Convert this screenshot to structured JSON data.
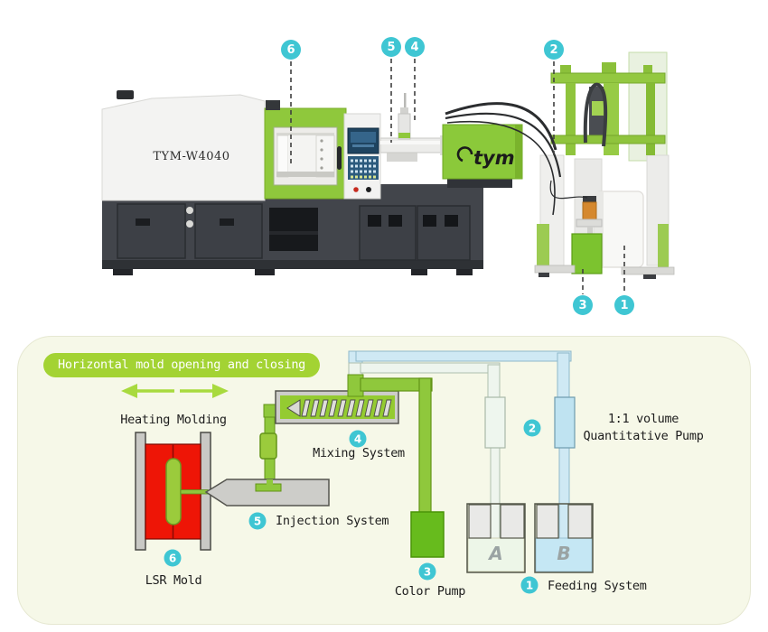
{
  "machine": {
    "model_label": "TYM-W4040",
    "logo_text": "tym",
    "callouts": [
      {
        "num": "6"
      },
      {
        "num": "5"
      },
      {
        "num": "4"
      },
      {
        "num": "2"
      },
      {
        "num": "3"
      },
      {
        "num": "1"
      }
    ]
  },
  "diagram": {
    "banner_text": "Horizontal mold opening and closing",
    "labels": {
      "heating_molding": "Heating Molding",
      "mixing_system": "Mixing System",
      "injection_system": "Injection System",
      "lsr_mold": "LSR Mold",
      "color_pump": "Color Pump",
      "feeding_system": "Feeding System",
      "quant_pump_line1": "1:1 volume",
      "quant_pump_line2": "Quantitative Pump"
    },
    "containers": {
      "a_label": "A",
      "b_label": "B"
    },
    "callouts": [
      {
        "num": "4"
      },
      {
        "num": "2"
      },
      {
        "num": "5"
      },
      {
        "num": "6"
      },
      {
        "num": "3"
      },
      {
        "num": "1"
      }
    ]
  },
  "colors": {
    "badge_teal": "#3fc6d3",
    "machine_green": "#8fc83c",
    "banner_green": "#a3d333",
    "mold_red": "#ee1506",
    "pipe_blue": "#cfe9f4",
    "pipe_pale": "#eef5ee",
    "pump_green": "#67bb1d",
    "panel_bg": "#f6f8e8"
  }
}
